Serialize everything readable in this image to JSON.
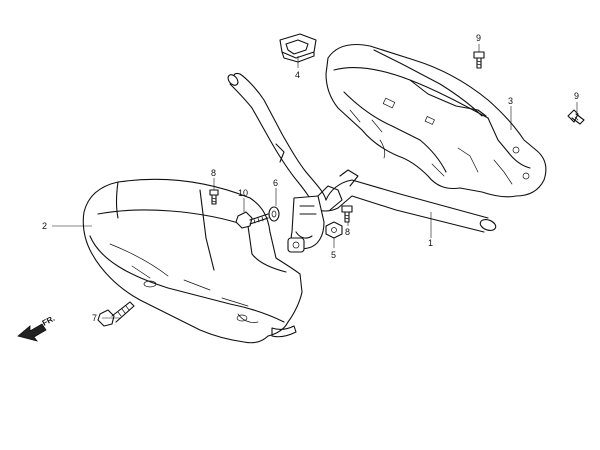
{
  "diagram": {
    "callouts": {
      "c1": "1",
      "c2": "2",
      "c3": "3",
      "c4": "4",
      "c5": "5",
      "c6": "6",
      "c7": "7",
      "c8a": "8",
      "c8b": "8",
      "c9a": "9",
      "c9b": "9",
      "c10": "10"
    },
    "front_indicator": "FR."
  }
}
